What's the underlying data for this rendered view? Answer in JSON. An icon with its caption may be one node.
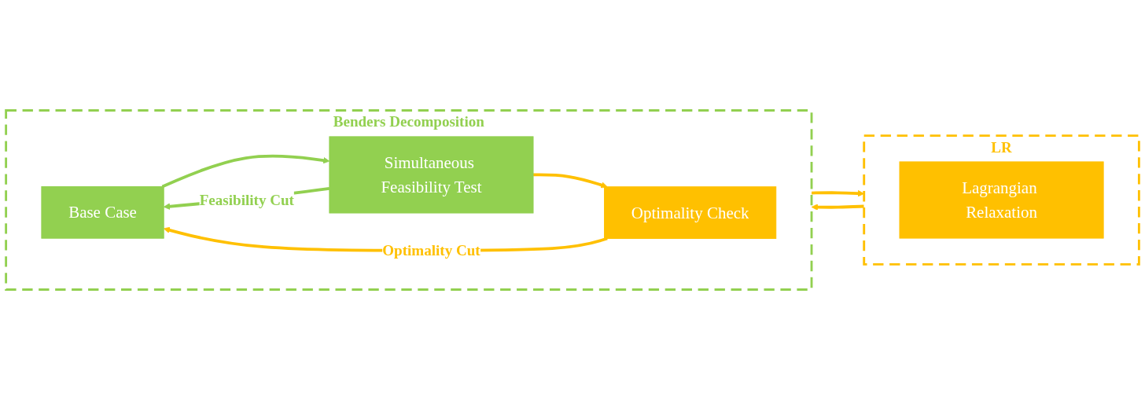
{
  "diagram": {
    "nodes": [
      {
        "text": [
          "LR"
        ]
      },
      {
        "text": [
          "Lagrangian Relaxation"
        ],
        "in": 0
      },
      {
        "text": [
          "Benders Decomposition"
        ]
      },
      {
        "text": [
          "Base Case"
        ],
        "in": 2
      },
      {
        "text": [
          "Simultaneous Feasibility Test"
        ],
        "in": 2
      },
      {
        "text": [
          "Optimality Check"
        ],
        "in": 2
      }
    ],
    "edges": [
      {
        "from": 0,
        "to": 2,
        "arrow": "to"
      },
      {
        "from": 2,
        "to": 0,
        "arrow": "to"
      },
      {
        "from": 3,
        "to": 4,
        "arrow": "to",
        "color": "#92d050"
      },
      {
        "from": 4,
        "to": 5,
        "arrow": "to"
      },
      {
        "from": 4,
        "to": 3,
        "arrow": "to",
        "label": "Feasibility Cut",
        "color": "#92d050"
      },
      {
        "from": 5,
        "to": 3,
        "arrow": "to",
        "label": "Optimality Cut"
      }
    ]
  }
}
